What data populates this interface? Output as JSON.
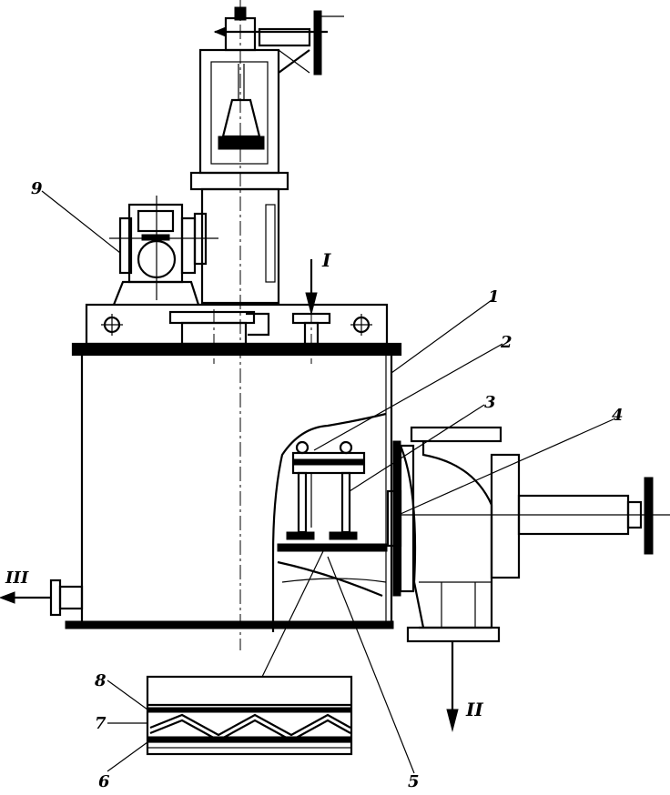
{
  "labels": {
    "part_1": "1",
    "part_2": "2",
    "part_3": "3",
    "part_4": "4",
    "part_5": "5",
    "part_6": "6",
    "part_7": "7",
    "part_8": "8",
    "part_9": "9",
    "flow_in": "I",
    "flow_out": "II",
    "drain": "III"
  }
}
